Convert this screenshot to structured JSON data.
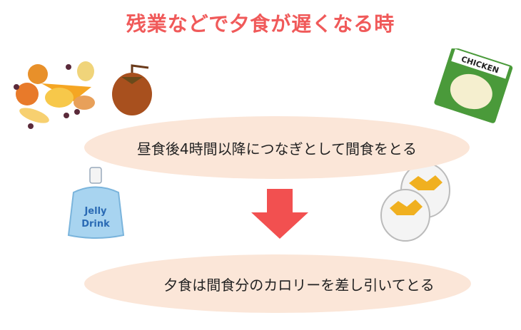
{
  "title": "残業などで夕食が遅くなる時",
  "steps": [
    {
      "text": "昼食後4時間以降につなぎとして間食をとる"
    },
    {
      "text": "夕食は間食分のカロリーを差し引いてとる"
    }
  ],
  "illustrations": {
    "chicken_label": "CHICKEN",
    "jelly_label_1": "Jelly",
    "jelly_label_2": "Drink"
  },
  "colors": {
    "title": "#f05a5a",
    "ellipse": "#fbe6d8",
    "arrow": "#f25050"
  }
}
